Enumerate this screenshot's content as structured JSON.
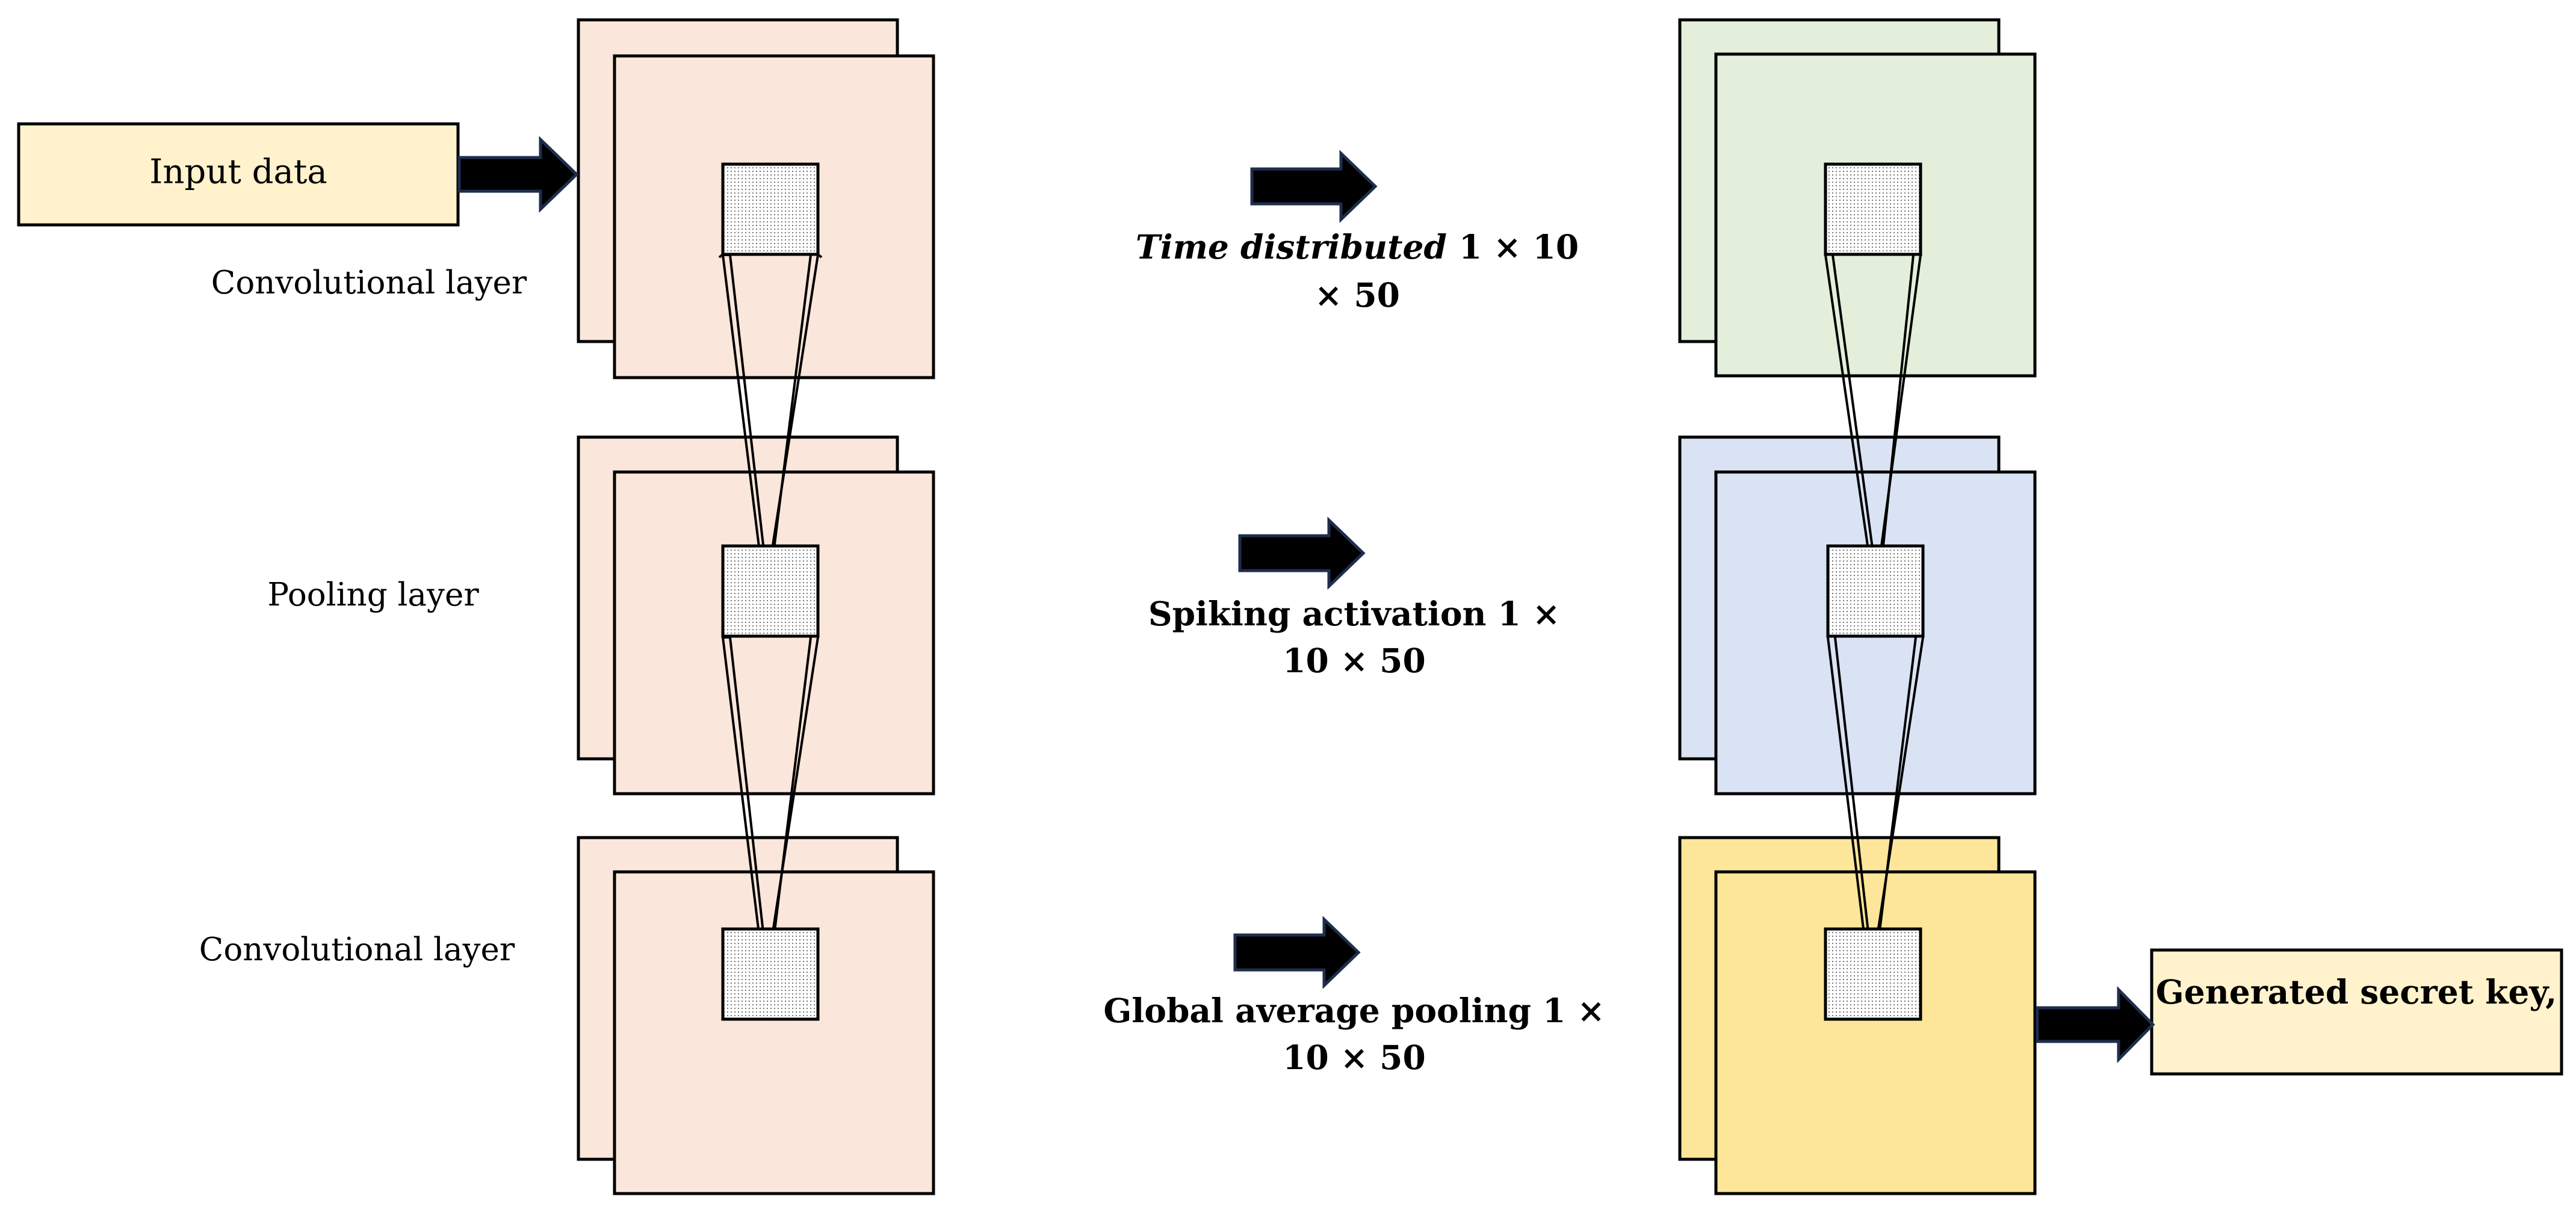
{
  "input_box": {
    "label": "Input data"
  },
  "output_box": {
    "label": "Generated secret key,"
  },
  "left_labels": {
    "conv1": "Convolutional layer",
    "pool": "Pooling layer",
    "conv2": "Convolutional layer"
  },
  "middle_labels": {
    "time_distributed": {
      "line1_italic": "Time distributed",
      "line1_rest": "1 × 10",
      "line2": "× 50"
    },
    "spiking": {
      "line1": "Spiking activation 1 ×",
      "line2": "10 × 50"
    },
    "gap": {
      "line1": "Global average pooling 1 ×",
      "line2": "10 × 50"
    }
  },
  "colors": {
    "left_stack": "#fae6da",
    "right_stack_top": "#e3efda",
    "right_stack_mid": "#dae3f3",
    "right_stack_bottom": "#fde699",
    "input_box": "#fff2cc",
    "output_box": "#fff2cc",
    "arrow": "#000000",
    "arrow_border": "#1f2d4d"
  }
}
